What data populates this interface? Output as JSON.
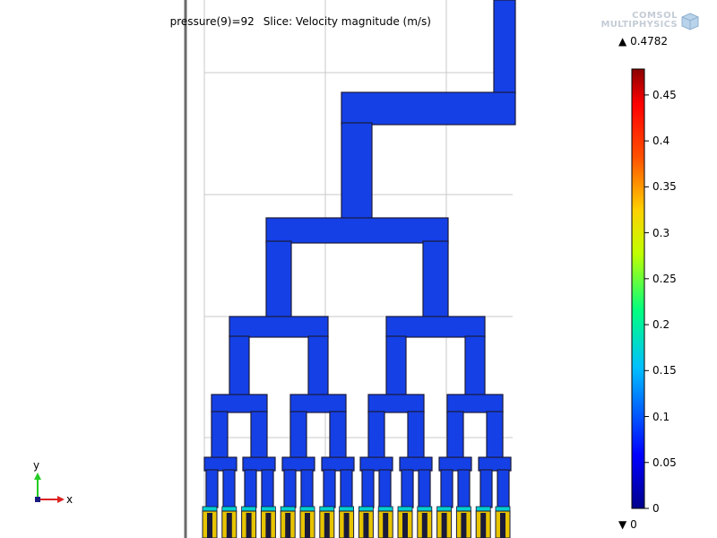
{
  "header": {
    "parameter": "pressure(9)=92",
    "plot_title": "Slice: Velocity magnitude (m/s)"
  },
  "logo": {
    "line1": "COMSOL",
    "line2": "MULTIPHYSICS",
    "icon": "comsol-cube-icon"
  },
  "colorbar": {
    "max_label": "0.4782",
    "min_label": "0",
    "max_marker": "▲",
    "min_marker": "▼",
    "max_value": 0.4782,
    "ticks": [
      "0.45",
      "0.4",
      "0.35",
      "0.3",
      "0.25",
      "0.2",
      "0.15",
      "0.1",
      "0.05",
      "0"
    ],
    "colormap": [
      "#00008b",
      "#0000ff",
      "#00ffff",
      "#00ff00",
      "#ffff00",
      "#ff8000",
      "#ff0000",
      "#8b0000"
    ]
  },
  "axes_triad": {
    "y_label": "y",
    "x_label": "x",
    "y_color": "#22cc22",
    "x_color": "#dd2222"
  },
  "colors": {
    "channel_blue": "#1440e6",
    "channel_edge": "#1a1a3a",
    "grid": "#c8c8c8",
    "outlet_yellow": "#e6c400"
  }
}
